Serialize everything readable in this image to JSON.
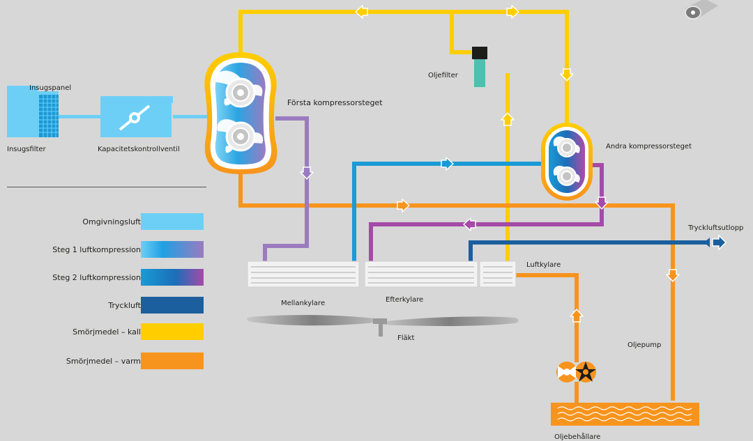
{
  "labels": {
    "intake_panel": "Insugspanel",
    "intake_filter": "Insugsfilter",
    "capacity_valve": "Kapacitetskontrollventil",
    "first_stage": "Första kompressorsteget",
    "oil_filter": "Oljefilter",
    "second_stage": "Andra kompressorsteget",
    "outlet": "Tryckluftsutlopp",
    "aircooler": "Luftkylare",
    "intercooler": "Mellankylare",
    "aftercooler": "Efterkylare",
    "fan": "Fläkt",
    "oil_pump": "Oljepump",
    "oil_tank": "Oljebehållare"
  },
  "legend": [
    {
      "label": "Omgivningsluft",
      "key": "ambient"
    },
    {
      "label": "Steg 1 luftkompression",
      "key": "stage1"
    },
    {
      "label": "Steg 2 luftkompression",
      "key": "stage2"
    },
    {
      "label": "Tryckluft",
      "key": "compressed"
    },
    {
      "label": "Smörjmedel – kall",
      "key": "oil_cold"
    },
    {
      "label": "Smörjmedel – varm",
      "key": "oil_warm"
    }
  ],
  "colors": {
    "ambient": "#6dcff6",
    "stage1_start": "#6dcff6",
    "stage1_mid": "#1fa0e3",
    "stage1_end": "#9b7bc0",
    "stage2_start": "#1a9ad6",
    "stage2_mid": "#1b6fb8",
    "stage2_end": "#a54aa8",
    "compressed": "#1b5f9e",
    "oil_cold": "#ffcd00",
    "oil_warm": "#f7941d",
    "purple": "#9b7bc0",
    "magenta": "#a54aa8",
    "blue": "#1a9ad6",
    "background": "#d7d7d7"
  }
}
